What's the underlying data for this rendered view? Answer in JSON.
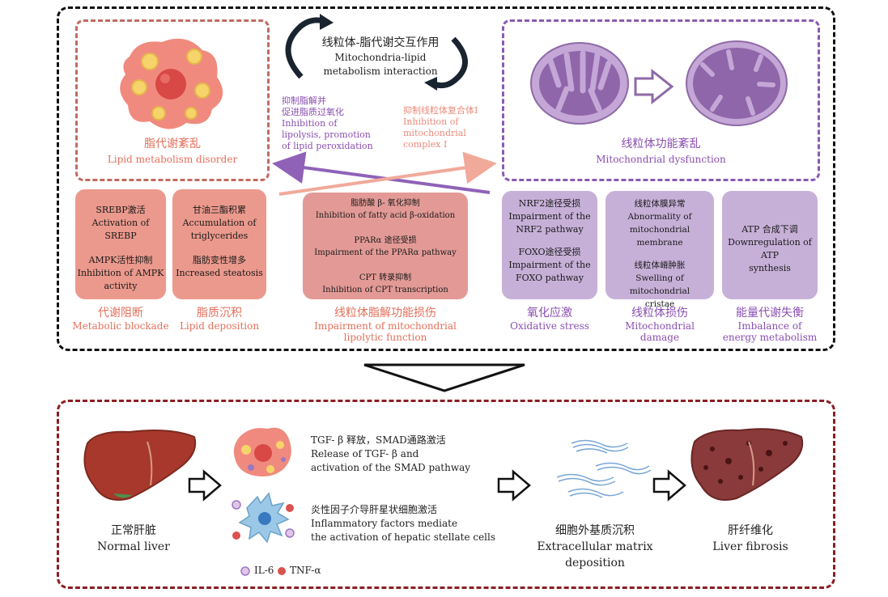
{
  "center_title": {
    "zh": "线粒体-脂代谢交互作用",
    "en1": "Mitochondria-lipid",
    "en2": "metabolism interaction"
  },
  "lipid_disorder": {
    "zh": "脂代谢紊乱",
    "en": "Lipid metabolism disorder"
  },
  "mito_dysfunction": {
    "zh": "线粒体功能紊乱",
    "en": "Mitochondrial dysfunction"
  },
  "arrow_left_label": {
    "zh1": "抑制脂解并",
    "zh2": "促进脂质过氧化",
    "en1": "Inhibition of",
    "en2": "lipolysis, promotion",
    "en3": "of lipid peroxidation"
  },
  "arrow_right_label": {
    "zh": "抑制线粒体复合体I",
    "en1": "Inhibition of",
    "en2": "mitochondrial",
    "en3": "complex I"
  },
  "box_metabolic": {
    "l1": "SREBP激活",
    "l2": "Activation of SREBP",
    "l3": "AMPK活性抑制",
    "l4": "Inhibition of AMPK",
    "l5": "activity"
  },
  "box_lipid": {
    "l1": "甘油三酯积累",
    "l2": "Accumulation of",
    "l3": "triglycerides",
    "l4": "脂肪变性增多",
    "l5": "Increased steatosis"
  },
  "box_lipolytic": {
    "l1": "脂肪酸 β- 氧化抑制",
    "l2": "Inhibition of fatty acid β-oxidation",
    "l3": "PPARα 途径受损",
    "l4": "Impairment of the PPARα pathway",
    "l5": "CPT 转录抑制",
    "l6": "Inhibition of CPT transcription"
  },
  "box_oxidative": {
    "l1": "NRF2途径受损",
    "l2": "Impairment of the",
    "l3": "NRF2 pathway",
    "l4": "FOXO途径受损",
    "l5": "Impairment of the",
    "l6": "FOXO pathway"
  },
  "box_damage": {
    "l1": "线粒体膜异常",
    "l2": "Abnormality of",
    "l3": "mitochondrial membrane",
    "l4": "线粒体嵴肿胀",
    "l5": "Swelling of mitochondrial",
    "l6": "cristae"
  },
  "box_energy": {
    "l1": "ATP 合成下调",
    "l2": "Downregulation of ATP",
    "l3": "synthesis"
  },
  "cat_metabolic": {
    "zh": "代谢阻断",
    "en": "Metabolic blockade"
  },
  "cat_lipid": {
    "zh": "脂质沉积",
    "en": "Lipid deposition"
  },
  "cat_lipolytic": {
    "zh": "线粒体脂解功能损伤",
    "en1": "Impairment of mitochondrial",
    "en2": "lipolytic function"
  },
  "cat_oxidative": {
    "zh": "氧化应激",
    "en": "Oxidative stress"
  },
  "cat_damage": {
    "zh": "线粒体损伤",
    "en1": "Mitochondrial",
    "en2": "damage"
  },
  "cat_energy": {
    "zh": "能量代谢失衡",
    "en1": "Imbalance of",
    "en2": "energy metabolism"
  },
  "normal_liver": {
    "zh": "正常肝脏",
    "en": "Normal liver"
  },
  "tgf": {
    "zh": "TGF- β 释放，SMAD通路激活",
    "en1": "Release of TGF- β and",
    "en2": "activation of the SMAD pathway"
  },
  "inflam": {
    "zh": "炎性因子介导肝星状细胞激活",
    "en1": "Inflammatory factors mediate",
    "en2": "the activation of hepatic stellate cells"
  },
  "ecm": {
    "zh": "细胞外基质沉积",
    "en": "Extracellular matrix deposition"
  },
  "fibrosis": {
    "zh": "肝纤维化",
    "en": "Liver fibrosis"
  },
  "legend": {
    "il6": "IL-6",
    "tnf": "TNF-α"
  },
  "colors": {
    "pink": "#ec998d",
    "lavender": "#c7b0d8",
    "purple_text": "#8a4fb1",
    "pink_text": "#e46f5b",
    "dark_red": "#8b1e24"
  }
}
